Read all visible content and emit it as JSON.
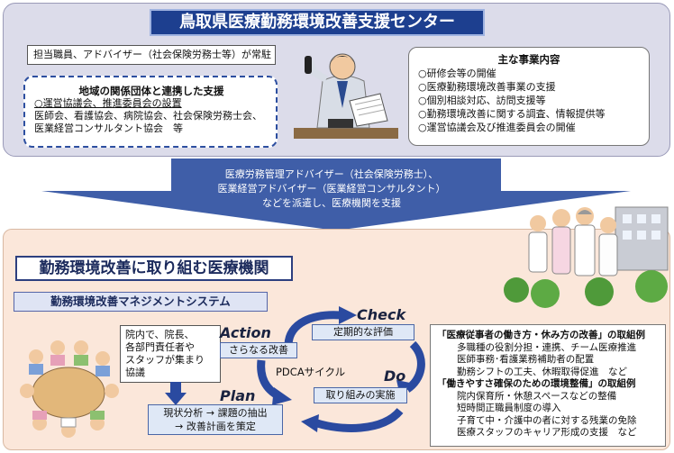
{
  "center": {
    "title": "鳥取県医療勤務環境改善支援センター",
    "staff_note": "担当職員、アドバイザー（社会保険労務士等）が常駐",
    "liaison": {
      "title": "地域の関係団体と連携した支援",
      "lines": [
        "○運営協議会、推進委員会の設置",
        "医師会、看護協会、病院協会、社会保険労務士会、",
        "医業経営コンサルタント協会　等"
      ]
    },
    "duties": {
      "title": "主な事業内容",
      "items": [
        "○研修会等の開催",
        "○医療勤務環境改善事業の支援",
        "○個別相談対応、訪問支援等",
        "○勤務環境改善に関する調査、情報提供等",
        "○運営協議会及び推進委員会の開催"
      ]
    }
  },
  "dispatch": {
    "lines": [
      "医療労務管理アドバイザー（社会保険労務士）、",
      "医業経営アドバイザー（医業経営コンサルタント）",
      "などを派遣し、医療機関を支援"
    ]
  },
  "institution": {
    "title": "勤務環境改善に取り組む医療機関",
    "system_label": "勤務環境改善マネジメントシステム",
    "note": [
      "院内で、院長、",
      "各部門責任者や",
      "スタッフが集まり",
      "協議"
    ],
    "pdca": {
      "cycle_label": "PDCAサイクル",
      "check_label": "Check",
      "check_box": "定期的な評価",
      "action_label": "Action",
      "action_box": "さらなる改善",
      "do_label": "Do",
      "do_box": "取り組みの実施",
      "plan_label": "Plan",
      "plan_box": [
        "現状分析 → 課題の抽出",
        "→ 改善計画を策定"
      ]
    },
    "examples": {
      "section1_title": "「医療従事者の働き方・休み方の改善」の取組例",
      "section1_items": [
        "多職種の役割分担・連携、チーム医療推進",
        "医師事務･看護業務補助者の配置",
        "勤務シフトの工夫、休暇取得促進　など"
      ],
      "section2_title": "「働きやすさ確保のための環境整備」の取組例",
      "section2_items": [
        "院内保育所・休憩スペースなどの整備",
        "短時間正職員制度の導入",
        "子育て中・介護中の者に対する残業の免除",
        "医療スタッフのキャリア形成の支援　など"
      ]
    }
  },
  "colors": {
    "title_navy": "#1d3f8f",
    "arrow_blue": "#3f5ea8",
    "cycle_blue": "#2a4aa0",
    "panel_lavender": "#dcdcea",
    "panel_peach": "#fbe7da"
  }
}
